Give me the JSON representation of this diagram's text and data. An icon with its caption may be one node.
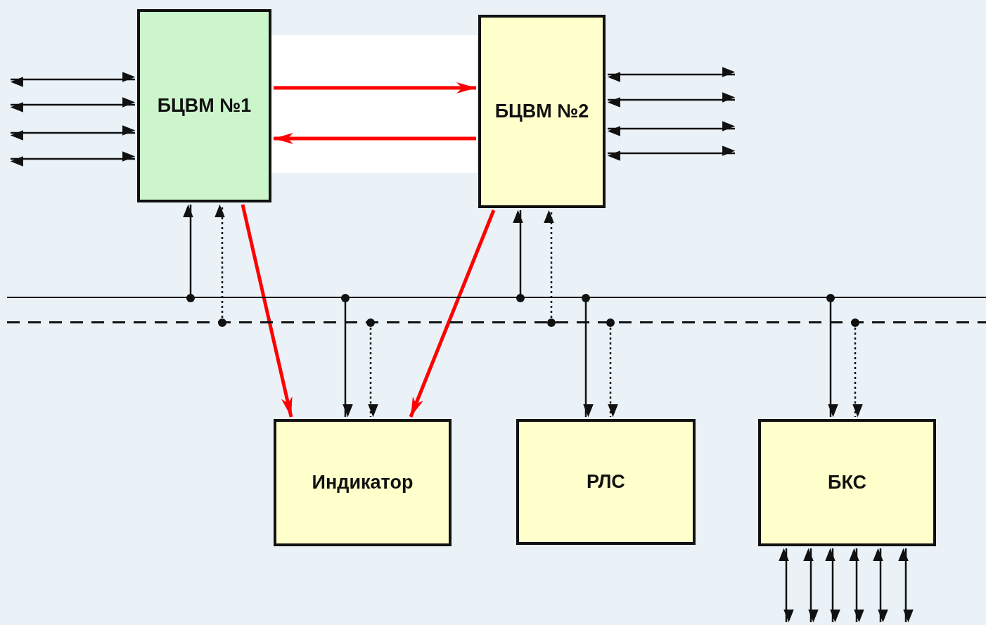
{
  "diagram": {
    "nodes": [
      {
        "text": [
          "БЦВМ №1"
        ]
      },
      {
        "text": [
          "БЦВМ №2"
        ]
      },
      {
        "text": [
          "Индикатор"
        ]
      },
      {
        "text": [
          "РЛС"
        ]
      },
      {
        "text": [
          "БКС"
        ]
      },
      {
        "text": [],
        "shape": "bar"
      },
      {
        "text": [],
        "shape": "bar"
      }
    ],
    "edges": [
      {
        "from": null,
        "to": 0,
        "arrow": "both"
      },
      {
        "from": null,
        "to": 0,
        "arrow": "both"
      },
      {
        "from": null,
        "to": 0,
        "arrow": "both"
      },
      {
        "from": null,
        "to": 0,
        "arrow": "both"
      },
      {
        "from": 1,
        "to": null,
        "arrow": "both"
      },
      {
        "from": 1,
        "to": null,
        "arrow": "both"
      },
      {
        "from": 1,
        "to": null,
        "arrow": "both"
      },
      {
        "from": 1,
        "to": null,
        "arrow": "both"
      },
      {
        "from": 0,
        "to": 1,
        "arrow": "to",
        "style": "thick",
        "color": "#ff0000"
      },
      {
        "from": 1,
        "to": 0,
        "arrow": "to",
        "style": "thick",
        "color": "#ff0000"
      },
      {
        "from": 0,
        "to": 2,
        "arrow": "to",
        "style": "thick",
        "color": "#ff0000"
      },
      {
        "from": 1,
        "to": 2,
        "arrow": "to",
        "style": "thick",
        "color": "#ff0000"
      },
      {
        "from": 5,
        "to": 0,
        "arrow": "to"
      },
      {
        "from": 6,
        "to": 0,
        "arrow": "to",
        "style": "dashed"
      },
      {
        "from": 5,
        "to": 1,
        "arrow": "to"
      },
      {
        "from": 6,
        "to": 1,
        "arrow": "to",
        "style": "dashed"
      },
      {
        "from": 5,
        "to": 2,
        "arrow": "to"
      },
      {
        "from": 6,
        "to": 2,
        "arrow": "to",
        "style": "dashed"
      },
      {
        "from": 5,
        "to": 3,
        "arrow": "to"
      },
      {
        "from": 6,
        "to": 3,
        "arrow": "to",
        "style": "dashed"
      },
      {
        "from": 5,
        "to": 4,
        "arrow": "to"
      },
      {
        "from": 6,
        "to": 4,
        "arrow": "to",
        "style": "dashed"
      },
      {
        "from": 4,
        "to": null,
        "arrow": "both"
      },
      {
        "from": 4,
        "to": null,
        "arrow": "both"
      },
      {
        "from": 4,
        "to": null,
        "arrow": "both"
      },
      {
        "from": 4,
        "to": null,
        "arrow": "both"
      },
      {
        "from": 4,
        "to": null,
        "arrow": "both"
      },
      {
        "from": 4,
        "to": null,
        "arrow": "both"
      }
    ]
  }
}
